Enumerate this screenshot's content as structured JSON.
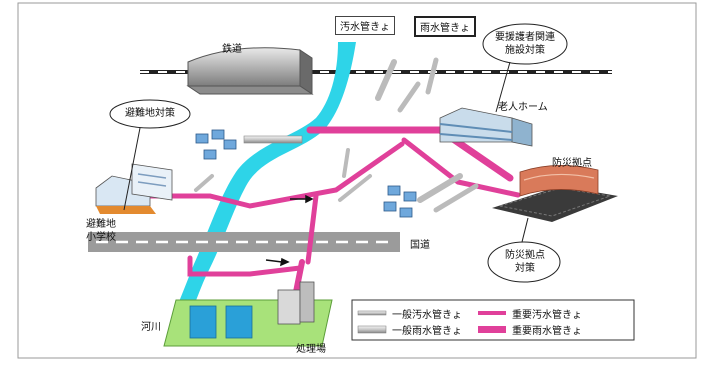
{
  "labels": {
    "railway": "鉄道",
    "sewage_pipe_tag": "汚水管きょ",
    "rain_pipe_tag": "雨水管きょ",
    "needs_support": "要援護者関連",
    "facility_measures": "施設対策",
    "nursing_home": "老人ホーム",
    "disaster_base": "防災拠点",
    "evacuation_measures": "避難地対策",
    "evac_school_line1": "避難地",
    "evac_school_line2": "小学校",
    "national_road": "国道",
    "base_measures_line1": "防災拠点",
    "base_measures_line2": "対策",
    "river": "河川",
    "treatment_plant": "処理場"
  },
  "legend": {
    "general_sewage": "一般汚水管きょ",
    "general_rain": "一般雨水管きょ",
    "important_sewage": "重要汚水管きょ",
    "important_rain": "重要雨水管きょ"
  },
  "colors": {
    "important_pipe": "#e0409a",
    "general_pipe": "#cfcfcf",
    "river": "#2ed4e8",
    "plant_ground": "#a8e27a",
    "road": "#999999"
  }
}
